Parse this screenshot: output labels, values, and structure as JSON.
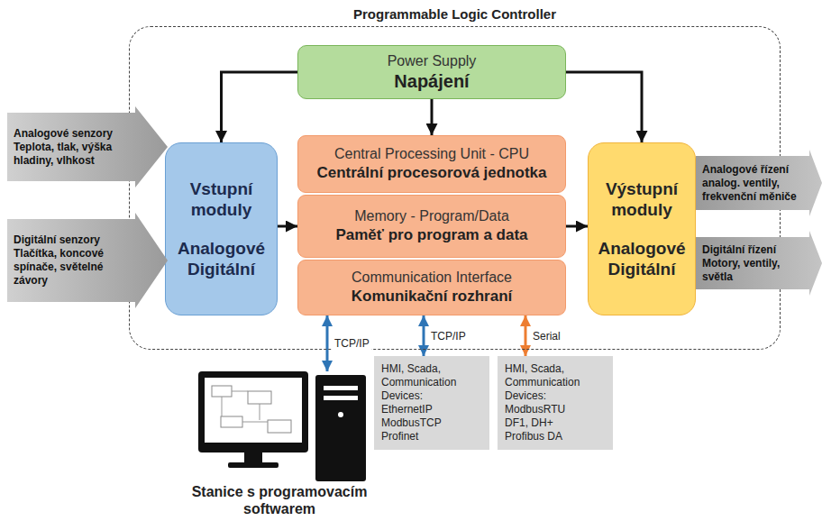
{
  "diagram": {
    "nodes": [
      {
        "text": [
          "Programmable Logic Controller"
        ]
      },
      {
        "text": [
          "Power Supply",
          "Napájení"
        ],
        "in": 0
      },
      {
        "text": [
          "Vstupní moduly",
          "Analogové Digitální"
        ],
        "in": 0
      },
      {
        "text": [
          "Central Processing Unit - CPU",
          "Centrální procesorová jednotka"
        ],
        "in": 0
      },
      {
        "text": [
          "Memory - Program/Data",
          "Paměť pro program a data"
        ],
        "in": 0
      },
      {
        "text": [
          "Communication Interface",
          "Komunikační rozhraní"
        ],
        "in": 0
      },
      {
        "text": [
          "Výstupní moduly",
          "Analogové Digitální"
        ],
        "in": 0
      },
      {
        "text": [
          "Analogové senzory Teplota, tlak, výška hladiny, vlhkost"
        ]
      },
      {
        "text": [
          "Digitální senzory Tlačítka, koncové spínače, světelné závory"
        ]
      },
      {
        "text": [
          "Analogové řízení analog. ventily, frekvenční měniče"
        ]
      },
      {
        "text": [
          "Digitální řízení Motory, ventily, světla"
        ]
      },
      {
        "text": [
          "Stanice s programovacím softwarem"
        ]
      },
      {
        "text": [
          "HMI, Scada, Communication Devices: EthernetIP ModbusTCP Profinet"
        ]
      },
      {
        "text": [
          "HMI, Scada, Communication Devices: ModbusRTU DF1, DH+ Profibus DA"
        ]
      }
    ],
    "edges": [
      {
        "from": 1,
        "to": 2,
        "arrow": "to"
      },
      {
        "from": 1,
        "to": 3,
        "arrow": "to"
      },
      {
        "from": 1,
        "to": 6,
        "arrow": "to"
      },
      {
        "from": 2,
        "to": 4,
        "arrow": "to"
      },
      {
        "from": 4,
        "to": 6,
        "arrow": "to"
      },
      {
        "from": 5,
        "to": 11,
        "label": "TCP/IP",
        "arrow": "both"
      },
      {
        "from": 5,
        "to": 12,
        "label": "TCP/IP",
        "arrow": "both"
      },
      {
        "from": 5,
        "to": 13,
        "label": "Serial",
        "arrow": "both"
      }
    ]
  }
}
